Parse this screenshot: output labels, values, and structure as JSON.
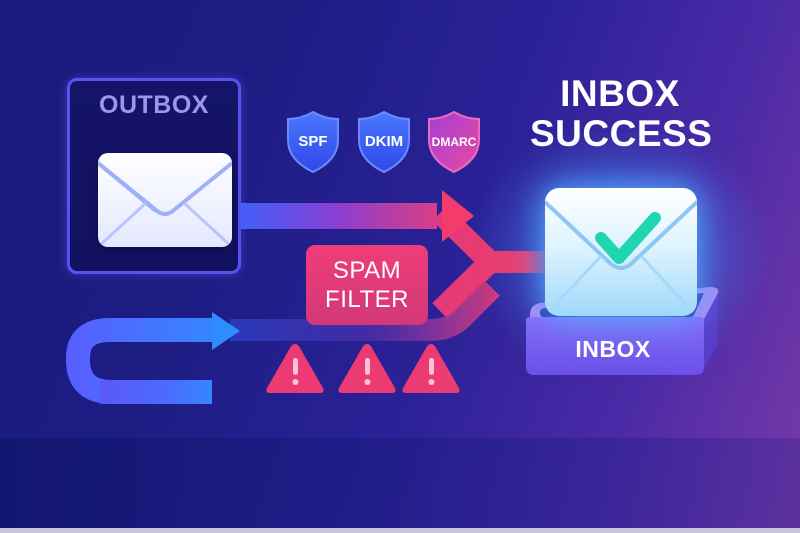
{
  "outbox": {
    "title": "OUTBOX",
    "icon": "envelope-icon"
  },
  "authentication": {
    "shields": [
      {
        "label": "SPF",
        "color": "#3d5cf5",
        "icon": "shield-icon"
      },
      {
        "label": "DKIM",
        "color": "#3d5cf5",
        "icon": "shield-icon"
      },
      {
        "label": "DMARC",
        "color": "#c43ec8",
        "icon": "shield-icon"
      }
    ]
  },
  "spam_filter": {
    "line1": "SPAM",
    "line2": "FILTER",
    "color": "#e83b78"
  },
  "warnings": [
    {
      "icon": "warning-triangle-icon",
      "glyph": "!"
    },
    {
      "icon": "warning-triangle-icon",
      "glyph": "!"
    },
    {
      "icon": "warning-triangle-icon",
      "glyph": "!"
    }
  ],
  "result": {
    "title_line1": "INBOX",
    "title_line2": "SUCCESS",
    "inbox_label": "INBOX",
    "icon": "envelope-check-icon",
    "check_color": "#1fd6b0"
  },
  "colors": {
    "background_left": "#181a7c",
    "background_right": "#7a3aa8",
    "arrow_blue": "#3a6cff",
    "arrow_pink": "#f03d6e",
    "tray_purple": "#7a5cf0"
  }
}
